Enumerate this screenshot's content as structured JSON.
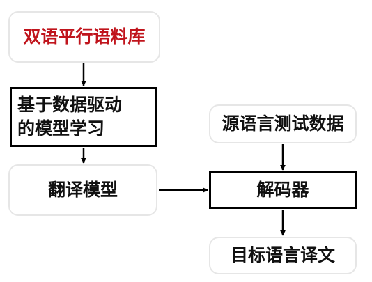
{
  "nodes": {
    "corpus": "双语平行语料库",
    "training_line1": "基于数据驱动",
    "training_line2": "的模型学习",
    "model": "翻译模型",
    "test_data": "源语言测试数据",
    "decoder": "解码器",
    "output": "目标语言译文"
  },
  "colors": {
    "corpus_text": "#c0141c",
    "soft_border": "#e6e6e6",
    "hard_border": "#000000"
  }
}
